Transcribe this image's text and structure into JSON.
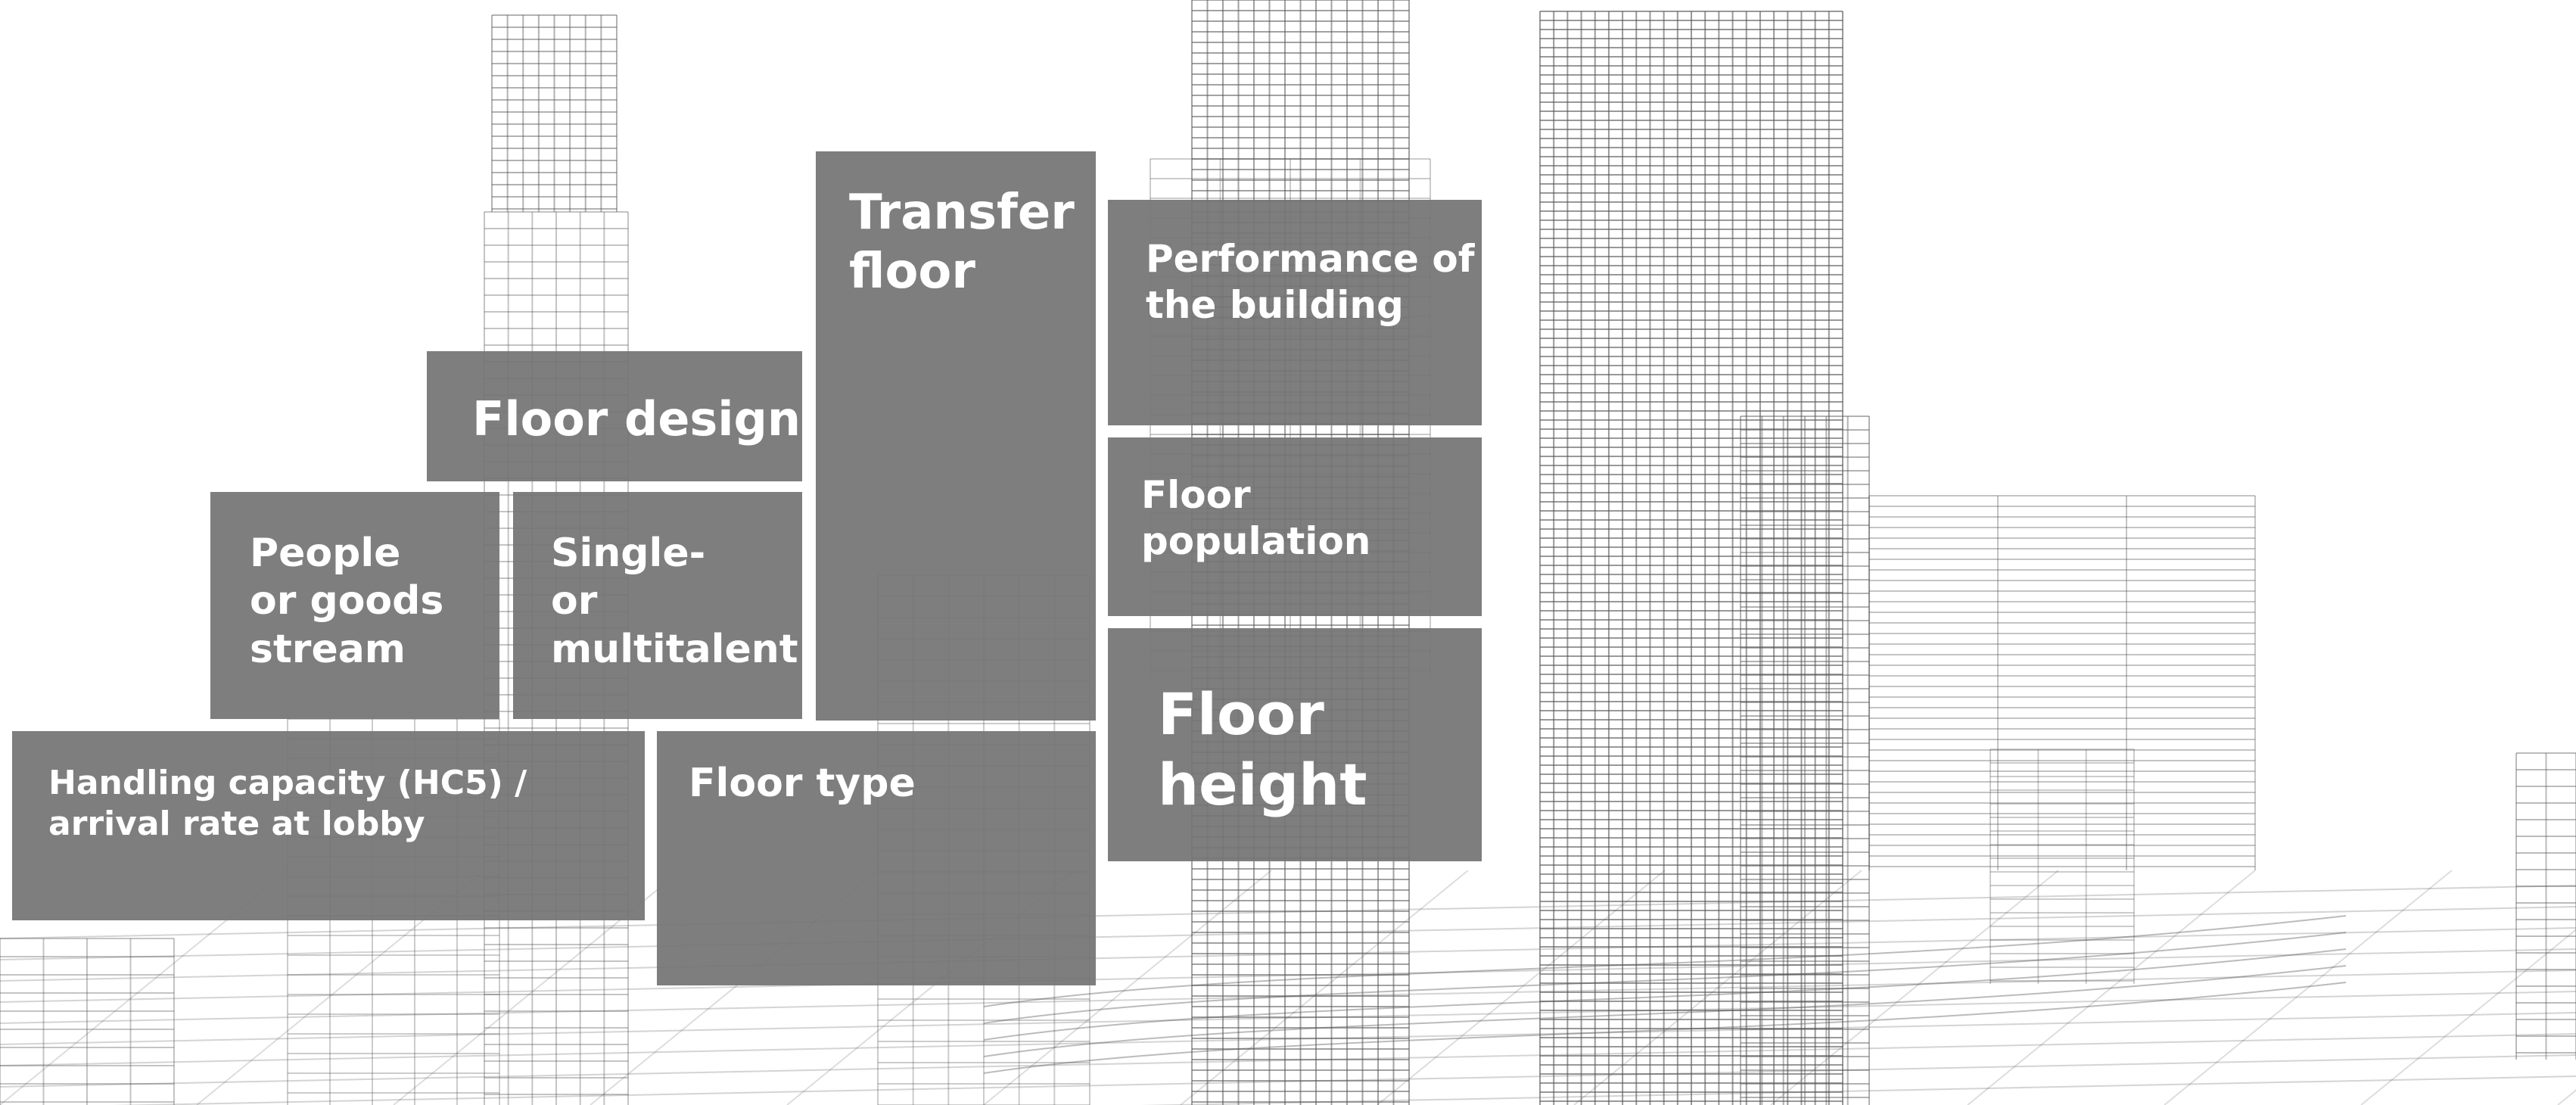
{
  "colors": {
    "background": "#ffffff",
    "tile": "#747474",
    "tile_text": "#ffffff",
    "wireframe": "#555555"
  },
  "tiles": {
    "transfer_floor": "Transfer\nfloor",
    "performance": "Performance of\nthe building",
    "floor_design": "Floor design",
    "floor_population": "Floor population",
    "people_goods": "People\nor goods\nstream",
    "single_multi": "Single-\nor\nmultitalent",
    "floor_height": "Floor\nheight",
    "handling_capacity": "Handling capacity (HC5) /\narrival rate at lobby",
    "floor_type": "Floor type"
  }
}
